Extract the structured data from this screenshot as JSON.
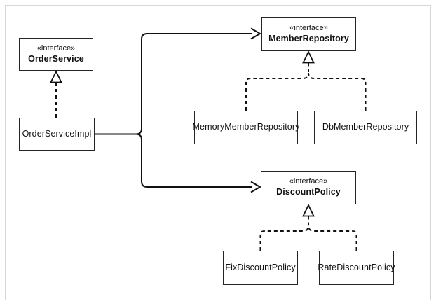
{
  "diagram": {
    "type": "uml-class-diagram",
    "nodes": {
      "orderService": {
        "stereotype": "«interface»",
        "name": "OrderService"
      },
      "orderServiceImpl": {
        "name": "OrderServiceImpl"
      },
      "memberRepository": {
        "stereotype": "«interface»",
        "name": "MemberRepository"
      },
      "memoryMemberRepository": {
        "name": "MemoryMemberRepository"
      },
      "dbMemberRepository": {
        "name": "DbMemberRepository"
      },
      "discountPolicy": {
        "stereotype": "«interface»",
        "name": "DiscountPolicy"
      },
      "fixDiscountPolicy": {
        "name": "FixDiscountPolicy"
      },
      "rateDiscountPolicy": {
        "name": "RateDiscountPolicy"
      }
    },
    "relations": [
      {
        "from": "OrderServiceImpl",
        "to": "OrderService",
        "kind": "realization"
      },
      {
        "from": "OrderServiceImpl",
        "to": "MemberRepository",
        "kind": "dependency"
      },
      {
        "from": "OrderServiceImpl",
        "to": "DiscountPolicy",
        "kind": "dependency"
      },
      {
        "from": "MemoryMemberRepository",
        "to": "MemberRepository",
        "kind": "realization"
      },
      {
        "from": "DbMemberRepository",
        "to": "MemberRepository",
        "kind": "realization"
      },
      {
        "from": "FixDiscountPolicy",
        "to": "DiscountPolicy",
        "kind": "realization"
      },
      {
        "from": "RateDiscountPolicy",
        "to": "DiscountPolicy",
        "kind": "realization"
      }
    ],
    "colors": {
      "line": "#111111",
      "box_border": "#242424",
      "box_fill": "#ffffff",
      "outer_border": "#d6d6d6",
      "background": "#ffffff"
    }
  }
}
